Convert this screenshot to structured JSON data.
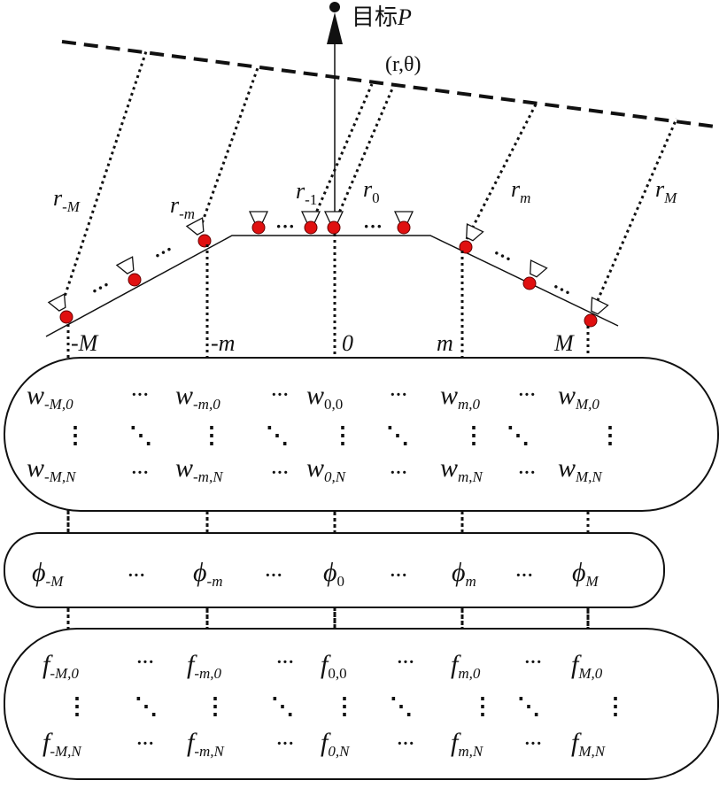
{
  "target": {
    "prefix": "目标",
    "letter": "P",
    "coords": "(r,θ)"
  },
  "ranges": [
    {
      "base": "r",
      "sub": "-M"
    },
    {
      "base": "r",
      "sub": "-m"
    },
    {
      "base": "r",
      "sub": "-1"
    },
    {
      "base": "r",
      "sub": "0"
    },
    {
      "base": "r",
      "sub": "m"
    },
    {
      "base": "r",
      "sub": "M"
    }
  ],
  "positions": [
    "-M",
    "-m",
    "0",
    "m",
    "M"
  ],
  "ellipsis": "···",
  "vdots": "⋮",
  "ddots": "⋱",
  "weights": {
    "letter": "w",
    "top": [
      {
        "base": "w",
        "sub": "-M,0"
      },
      {
        "base": "w",
        "sub": "-m,0"
      },
      {
        "base": "w",
        "sub": "0,0"
      },
      {
        "base": "w",
        "sub": "m,0"
      },
      {
        "base": "w",
        "sub": "M,0"
      }
    ],
    "bottom": [
      {
        "base": "w",
        "sub": "-M,N"
      },
      {
        "base": "w",
        "sub": "-m,N"
      },
      {
        "base": "w",
        "sub": "0,N"
      },
      {
        "base": "w",
        "sub": "m,N"
      },
      {
        "base": "w",
        "sub": "M,N"
      }
    ]
  },
  "phases": [
    {
      "base": "ϕ",
      "sub": "-M"
    },
    {
      "base": "ϕ",
      "sub": "-m"
    },
    {
      "base": "ϕ",
      "sub": "0"
    },
    {
      "base": "ϕ",
      "sub": "m"
    },
    {
      "base": "ϕ",
      "sub": "M"
    }
  ],
  "freqs": {
    "top": [
      {
        "base": "f",
        "sub": "-M,0"
      },
      {
        "base": "f",
        "sub": "-m,0"
      },
      {
        "base": "f",
        "sub": "0,0"
      },
      {
        "base": "f",
        "sub": "m,0"
      },
      {
        "base": "f",
        "sub": "M,0"
      }
    ],
    "bottom": [
      {
        "base": "f",
        "sub": "-M,N"
      },
      {
        "base": "f",
        "sub": "-m,N"
      },
      {
        "base": "f",
        "sub": "0,N"
      },
      {
        "base": "f",
        "sub": "m,N"
      },
      {
        "base": "f",
        "sub": "M,N"
      }
    ]
  }
}
